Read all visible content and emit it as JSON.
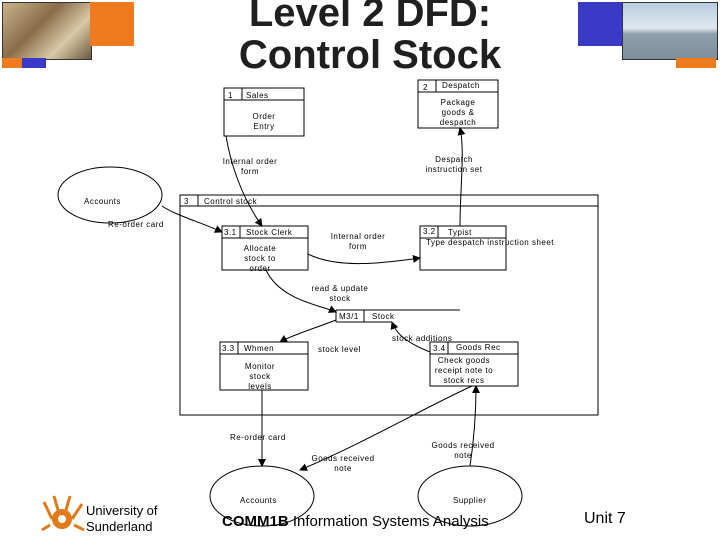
{
  "title_line1": "Level 2 DFD:",
  "title_line2": "Control Stock",
  "course": {
    "code": "COMM1B",
    "name": "Information Systems Analysis"
  },
  "unit": "Unit 7",
  "university": {
    "line1": "University of",
    "line2": "Sunderland"
  },
  "processes": [
    {
      "id": "1",
      "name": "Sales",
      "body": "Order Entry"
    },
    {
      "id": "2",
      "name": "Despatch",
      "body": "Package goods & despatch"
    },
    {
      "id": "3",
      "name": "Control stock"
    },
    {
      "id": "3.1",
      "name": "Stock Clerk",
      "body": "Allocate stock to order"
    },
    {
      "id": "3.2",
      "name": "Typist",
      "body": "Type despatch instruction sheet"
    },
    {
      "id": "3.3",
      "name": "Whmen",
      "body": "Monitor stock levels"
    },
    {
      "id": "3.4",
      "name": "Goods Rec",
      "body": "Check goods receipt note to stock recs"
    }
  ],
  "datastore": {
    "id": "M3/1",
    "name": "Stock"
  },
  "entities": {
    "accounts_top": "Accounts",
    "accounts_bottom": "Accounts",
    "supplier": "Supplier"
  },
  "flows": {
    "internal_order_form_top": "Internal order form",
    "despatch_instruction_set": "Despatch instruction set",
    "reorder_card_top": "Re-order card",
    "internal_order_form_mid": "Internal order form",
    "read_update_stock": "read & update stock",
    "stock_level": "stock level",
    "stock_additions": "stock additions",
    "reorder_card_bottom": "Re-order card",
    "goods_received_note_left": "Goods received note",
    "goods_received_note_right": "Goods received note"
  }
}
